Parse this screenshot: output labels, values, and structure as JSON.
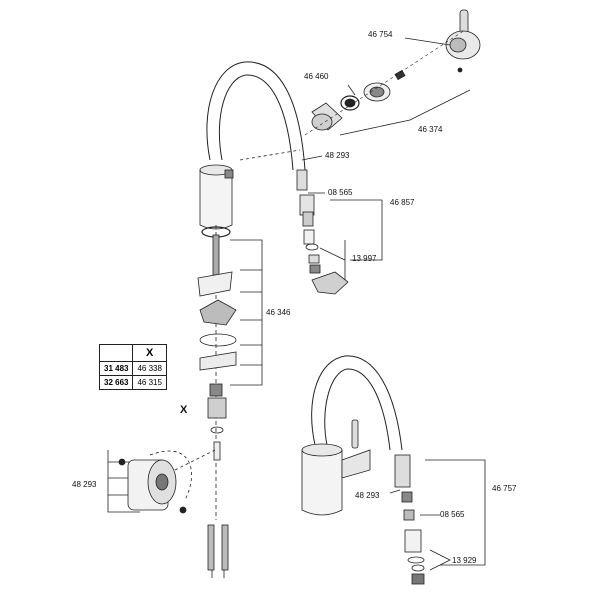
{
  "labels": {
    "p46754": "46 754",
    "p46460": "46 460",
    "p46374": "46 374",
    "p48293_top": "48 293",
    "p08565_top": "08 565",
    "p46857": "46 857",
    "p13997": "13 997",
    "p46346": "46 346",
    "p48293_left": "48 293",
    "p48293_bottom": "48 293",
    "p46757": "46 757",
    "p08565_bottom": "08 565",
    "p13929": "13 929",
    "x_marker": "X"
  },
  "table": {
    "header": [
      "",
      "X"
    ],
    "rows": [
      [
        "31 483",
        "46 338"
      ],
      [
        "32 663",
        "46 315"
      ]
    ]
  }
}
